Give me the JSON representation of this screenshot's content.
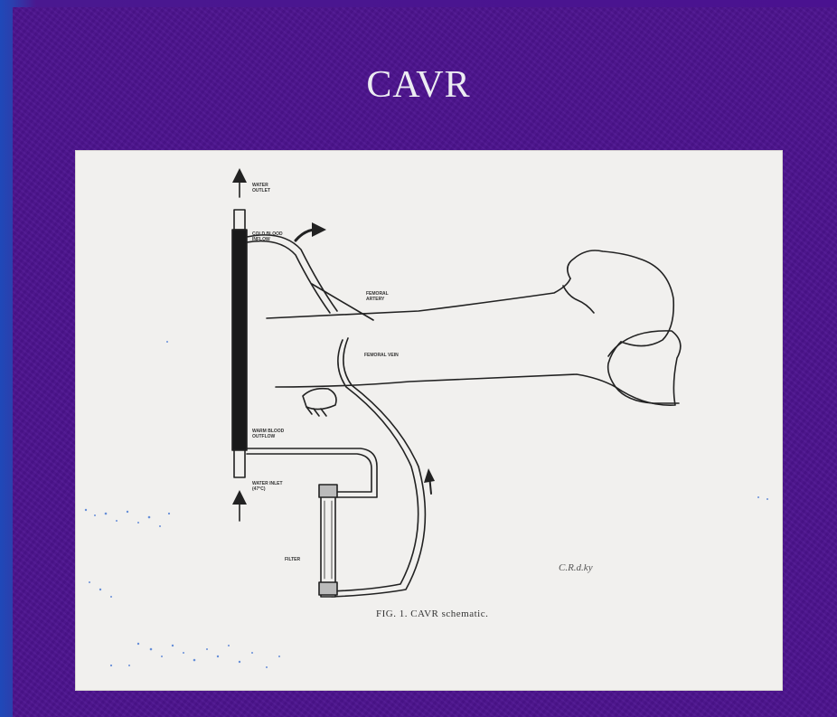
{
  "slide": {
    "title": "CAVR",
    "background_color": "#4d138f",
    "edge_color": "#1f49b8"
  },
  "figure": {
    "caption": "FIG. 1. CAVR schematic.",
    "signature": "C.R.d.ky",
    "labels": {
      "water_outlet": "WATER OUTLET",
      "cold_blood_inflow": "COLD BLOOD INFLOW",
      "femoral_artery": "FEMORAL ARTERY",
      "femoral_vein": "FEMORAL VEIN",
      "warm_blood_outflow": "WARM BLOOD OUTFLOW",
      "water_inlet": "WATER INLET (47°C)",
      "filter": "FILTER"
    }
  }
}
